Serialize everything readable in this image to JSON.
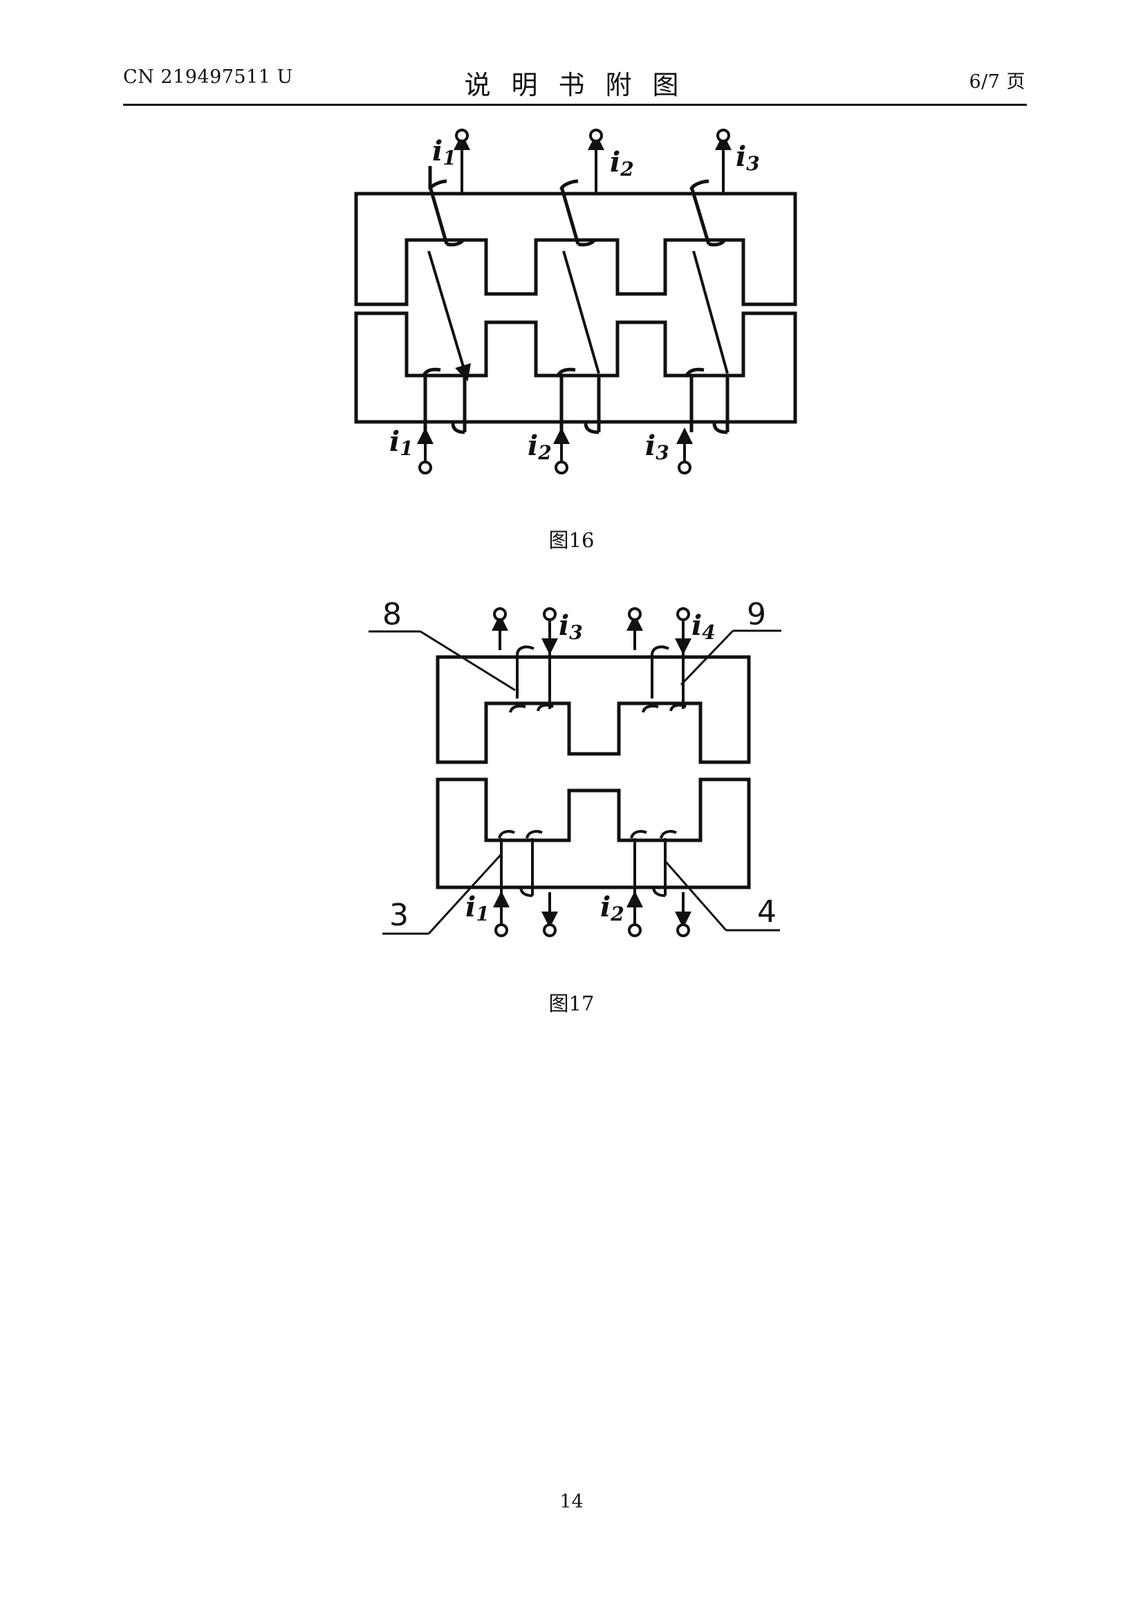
{
  "header": {
    "doc_number": "CN 219497511 U",
    "section_title": "说明书附图",
    "page_ratio": "6/7 页"
  },
  "figure16": {
    "caption": "图16",
    "top_terminals": [
      {
        "var": "i",
        "sub": "1"
      },
      {
        "var": "i",
        "sub": "2"
      },
      {
        "var": "i",
        "sub": "3"
      }
    ],
    "bottom_terminals": [
      {
        "var": "i",
        "sub": "1"
      },
      {
        "var": "i",
        "sub": "2"
      },
      {
        "var": "i",
        "sub": "3"
      }
    ]
  },
  "figure17": {
    "caption": "图17",
    "top_currents": [
      {
        "var": "i",
        "sub": "3"
      },
      {
        "var": "i",
        "sub": "4"
      }
    ],
    "bottom_currents": [
      {
        "var": "i",
        "sub": "1"
      },
      {
        "var": "i",
        "sub": "2"
      }
    ],
    "callouts": [
      "8",
      "9",
      "3",
      "4"
    ]
  },
  "page_number": "14"
}
